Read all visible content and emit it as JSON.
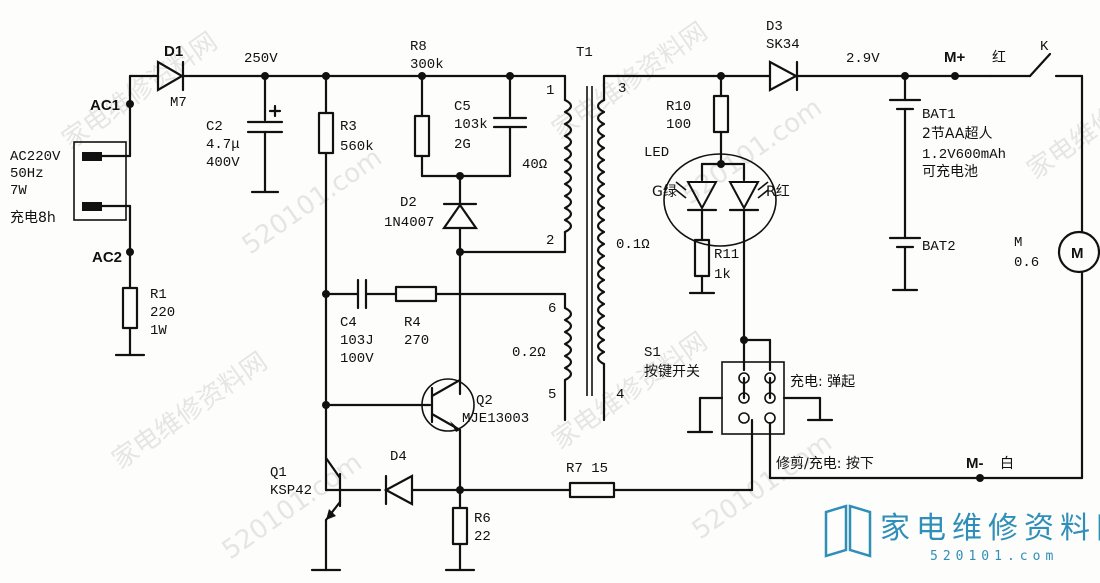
{
  "labels": {
    "ac1": "AC1",
    "ac2": "AC2",
    "ac_in": [
      "AC220V",
      "50Hz",
      "7W",
      "充电8h"
    ],
    "d1": "D1",
    "d1_part": "M7",
    "v250": "250V",
    "c2": [
      "C2",
      "4.7μ",
      "400V"
    ],
    "r3": [
      "R3",
      "560k"
    ],
    "r8": [
      "R8",
      "300k"
    ],
    "c5": [
      "C5",
      "103k",
      "2G"
    ],
    "d2": [
      "D2",
      "1N4007"
    ],
    "t1": "T1",
    "pin1": "1",
    "pin2": "2",
    "pin3": "3",
    "pin4": "4",
    "pin5": "5",
    "pin6": "6",
    "ohm40": "40Ω",
    "ohm01": "0.1Ω",
    "ohm02": "0.2Ω",
    "c4": [
      "C4",
      "103J",
      "100V"
    ],
    "r4": [
      "R4",
      "270"
    ],
    "q2": [
      "Q2",
      "MJE13003"
    ],
    "q1": [
      "Q1",
      "KSP42"
    ],
    "d4": "D4",
    "r7": "R7  15",
    "r6": [
      "R6",
      "22"
    ],
    "r1": [
      "R1",
      "220",
      "1W"
    ],
    "d3": [
      "D3",
      "SK34"
    ],
    "v29": "2.9V",
    "r10": [
      "R10",
      "100"
    ],
    "led": "LED",
    "g": "G绿",
    "r": "R红",
    "r11": [
      "R11",
      "1k"
    ],
    "mplus": "M+",
    "red": "红",
    "k": "K",
    "bat1": [
      "BAT1",
      "2节AA超人",
      "1.2V600mAh",
      "可充电池"
    ],
    "bat2": "BAT2",
    "motor": [
      "M",
      "0.6"
    ],
    "motor_symbol": "M",
    "s1": [
      "S1",
      "按键开关"
    ],
    "charge_up": "充电: 弹起",
    "trim": "修剪/充电: 按下",
    "mminus": "M-",
    "white": "白"
  },
  "watermark": {
    "text_cn": "家电维修资料网",
    "text_url": "520101.com"
  },
  "logo": {
    "title": "家电维修资料网",
    "url": "520101.com"
  }
}
